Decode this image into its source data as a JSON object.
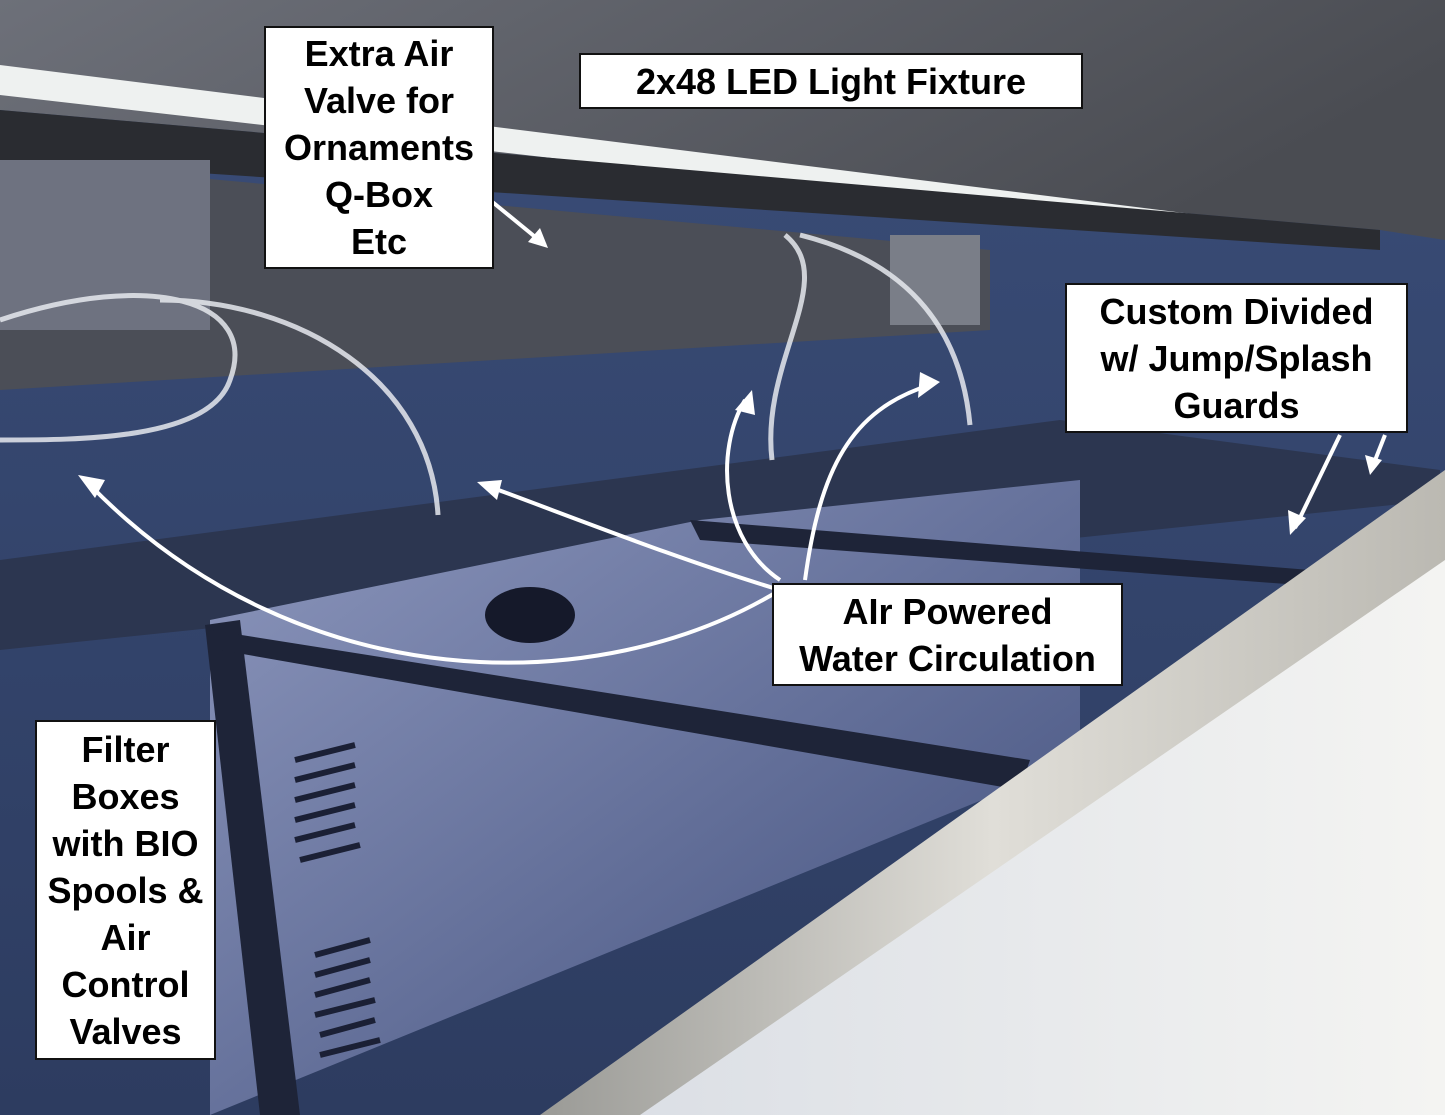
{
  "labels": {
    "extra_air": [
      "Extra Air",
      "Valve for",
      "Ornaments",
      "Q-Box",
      "Etc"
    ],
    "led": [
      "2x48 LED Light Fixture"
    ],
    "custom_divided": [
      "Custom Divided",
      "w/ Jump/Splash",
      "Guards"
    ],
    "air_powered": [
      "AIr Powered",
      "Water Circulation"
    ],
    "filter_boxes": [
      "Filter",
      "Boxes",
      "with BIO",
      "Spools &",
      "Air",
      "Control",
      "Valves"
    ]
  },
  "colors": {
    "tank_blue": "#3a4f78",
    "ceiling": "#5a5d66",
    "label_bg": "#ffffff"
  }
}
